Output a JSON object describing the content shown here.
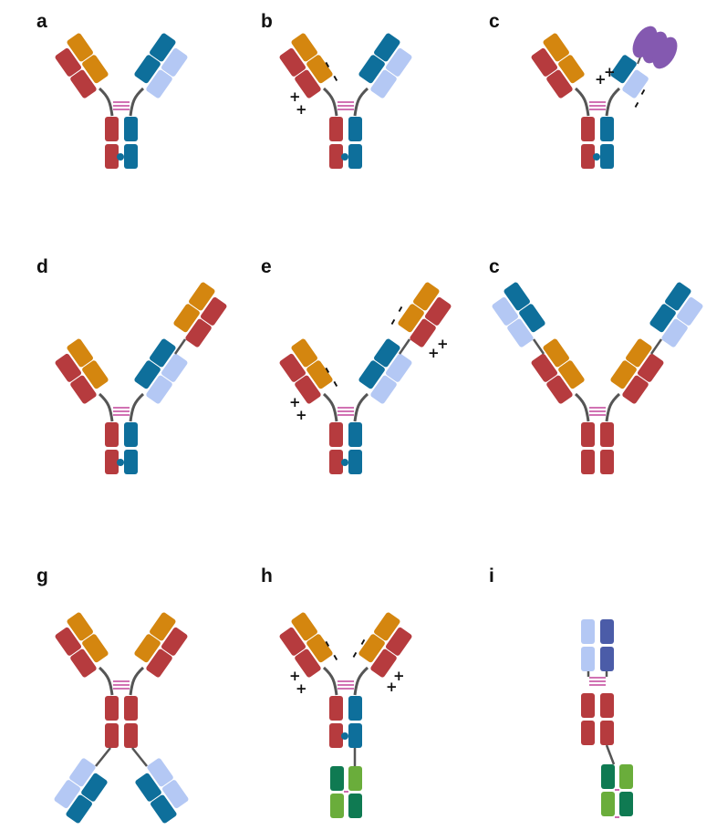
{
  "panels": [
    {
      "id": "a",
      "label": "a"
    },
    {
      "id": "b",
      "label": "b"
    },
    {
      "id": "c1",
      "label": "c"
    },
    {
      "id": "d",
      "label": "d"
    },
    {
      "id": "e",
      "label": "e"
    },
    {
      "id": "c2",
      "label": "c"
    },
    {
      "id": "g",
      "label": "g"
    },
    {
      "id": "h",
      "label": "h"
    },
    {
      "id": "i",
      "label": "i"
    }
  ],
  "symbols": {
    "plus": "+",
    "minus": "–"
  },
  "colors": {
    "heavy_red": "#b63b3e",
    "light_orange": "#d4860f",
    "heavy_blue": "#0e6f9b",
    "light_pale_blue": "#b4c8f4",
    "purple": "#8459b0",
    "dark_green": "#0f7a52",
    "light_green": "#6aad3b",
    "indigo": "#4b5ca8",
    "hinge": "#c2449a",
    "linker": "#555555"
  }
}
